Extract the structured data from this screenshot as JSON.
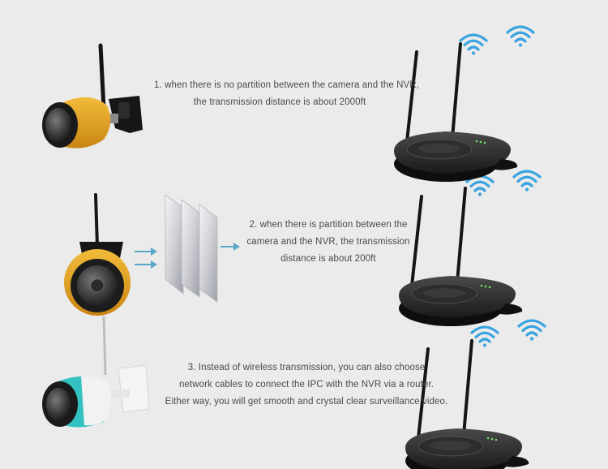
{
  "captions": {
    "no_partition": [
      "1. when there is no partition between the camera and the NVR,",
      "the transmission distance is about 2000ft"
    ],
    "partition": [
      "2. when there is partition between the",
      "camera and the NVR, the transmission",
      "distance is about 200ft"
    ],
    "cable": [
      "3. Instead of wireless transmission, you can also choose",
      "network cables to connect the IPC with the NVR via a router.",
      "Either way, you will get smooth and crystal clear surveillance video."
    ]
  },
  "icons": {
    "wifi": "wifi-signal-icon",
    "arrow": "arrow-right-icon"
  },
  "colors": {
    "background": "#ebebeb",
    "text": "#4a4a4a",
    "wifi_signal": "#38a3e0",
    "arrow": "#5aa8c8",
    "camera_orange": "#e8a51e",
    "camera_teal": "#35c1c1",
    "device_black": "#1c1c1c"
  }
}
